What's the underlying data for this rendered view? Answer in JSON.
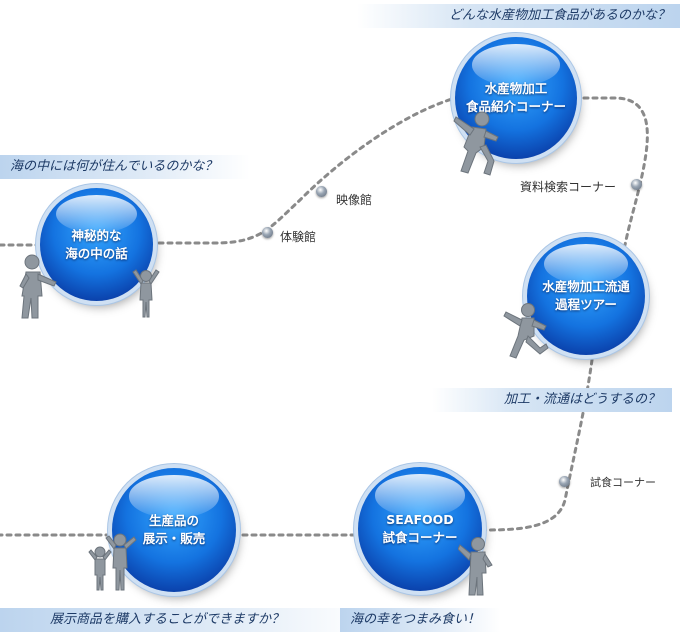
{
  "banners": {
    "top_right": "どんな水産物加工食品があるのかな？",
    "left": "海の中には何が住んでいるのかな？",
    "middle_right": "加工・流通はどうするの？",
    "bottom_left": "展示商品を購入することができますか？",
    "bottom_middle": "海の幸をつまみ食い！"
  },
  "spheres": {
    "mystery": "神秘的な\n海の中の話",
    "products": "水産物加工\n食品紹介コーナー",
    "process": "水産物加工流通\n過程ツアー",
    "seafood": "SEAFOOD\n試食コーナー",
    "display": "生産品の\n展示・販売"
  },
  "points": {
    "experience": "体験館",
    "video": "映像館",
    "documents": "資料検索コーナー",
    "tasting": "試食コーナー"
  }
}
